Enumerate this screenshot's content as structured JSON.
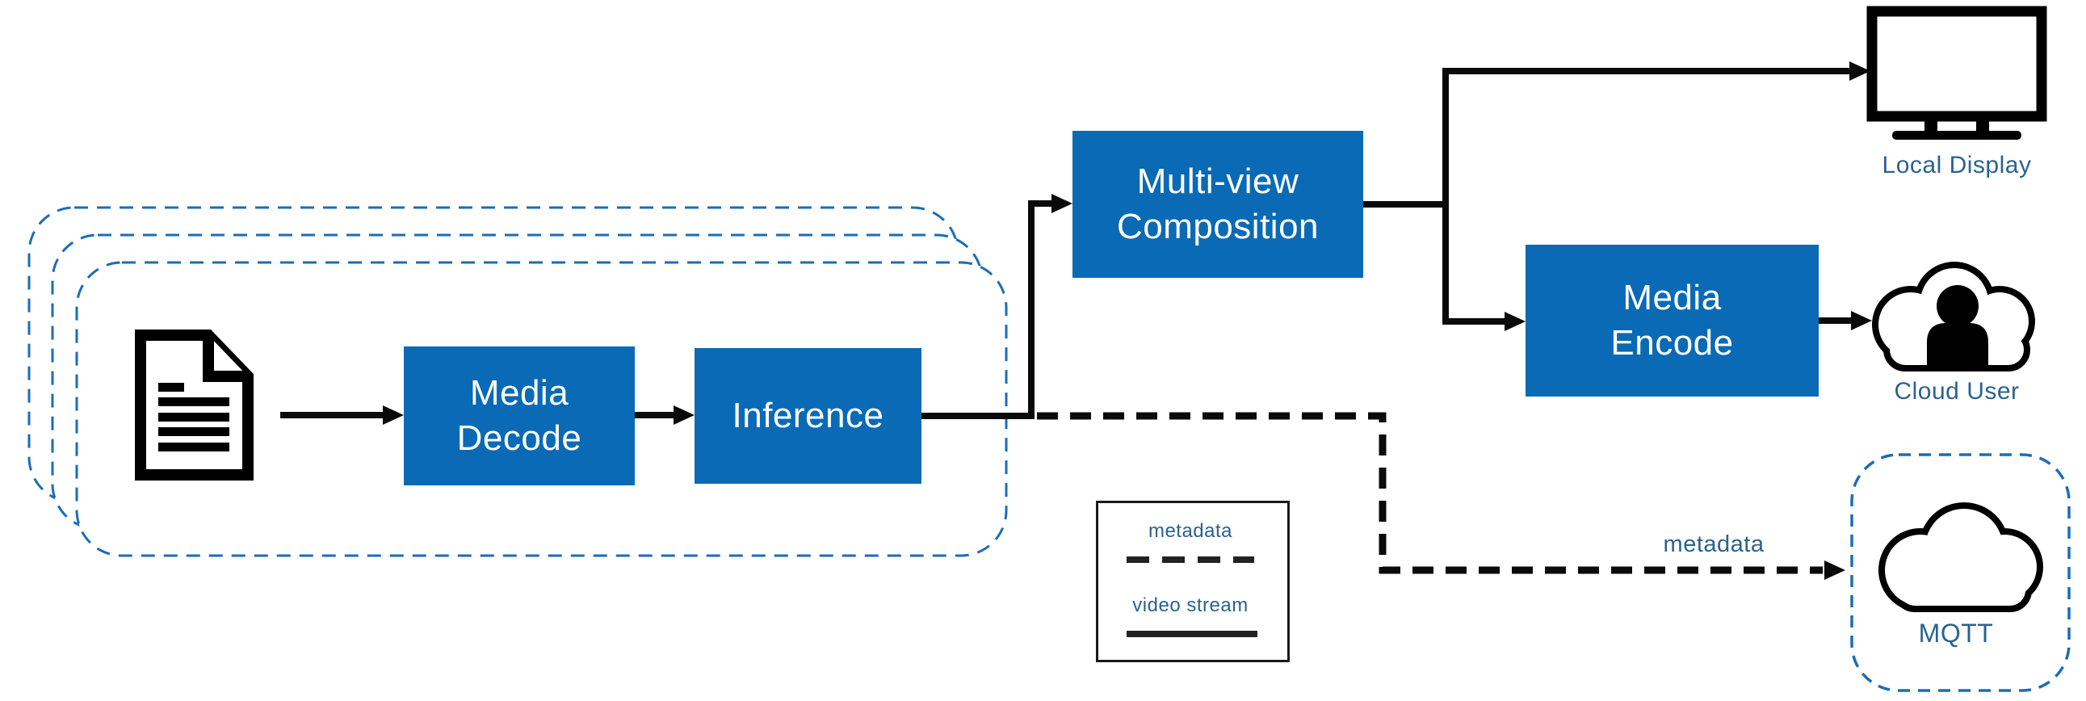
{
  "nodes": {
    "media_decode": {
      "line1": "Media",
      "line2": "Decode"
    },
    "inference": {
      "label": "Inference"
    },
    "multi_view": {
      "line1": "Multi-view",
      "line2": "Composition"
    },
    "media_encode": {
      "line1": "Media",
      "line2": "Encode"
    }
  },
  "outputs": {
    "local_display": {
      "label": "Local Display"
    },
    "cloud_user": {
      "label": "Cloud User"
    },
    "mqtt": {
      "label": "MQTT"
    }
  },
  "edge_labels": {
    "metadata": "metadata"
  },
  "legend": {
    "metadata_label": "metadata",
    "video_stream_label": "video stream"
  },
  "icons": {
    "source": "document-icon",
    "local_display": "monitor-icon",
    "cloud_user": "cloud-user-icon",
    "mqtt": "cloud-icon"
  },
  "colors": {
    "node_fill": "#0A6AB5",
    "node_text": "#FFFFFF",
    "dashed_container_border": "#1B6DB5",
    "label_text": "#2B628F",
    "connector": "#0A0A0A"
  }
}
